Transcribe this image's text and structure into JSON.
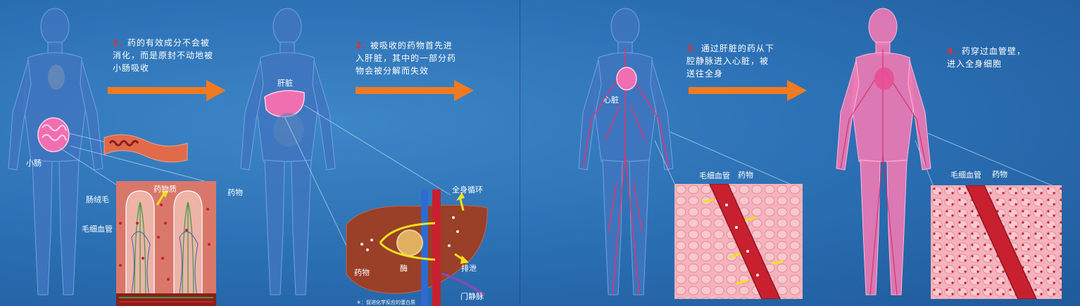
{
  "steps": [
    {
      "number": "1.",
      "text_lines": [
        "药的有效成分不会被",
        "消化，而是原封不动地被",
        "小肠吸收"
      ]
    },
    {
      "number": "2.",
      "text_lines": [
        "被吸收的药物首先进",
        "入肝脏，其中的一部分药",
        "物会被分解而失效"
      ]
    },
    {
      "number": "3.",
      "text_lines": [
        "通过肝脏的药从下",
        "腔静脉进入心脏，被",
        "送往全身"
      ]
    },
    {
      "number": "4.",
      "text_lines": [
        "药穿过血管壁，",
        "进入全身细胞"
      ]
    }
  ],
  "labels": {
    "small_intestine": "小肠",
    "villi": "肠绒毛",
    "capillary_1": "毛细血管",
    "drug_1": "药物",
    "drug_absorb": "药物质",
    "liver": "肝脏",
    "systemic_circulation": "全身循环",
    "drug_2": "药物",
    "enzyme": "酶",
    "excretion": "排泄",
    "portal_vein": "门静脉",
    "footnote": "＊：促进化学反应的蛋白质",
    "heart": "心脏",
    "capillary_3": "毛细血管",
    "drug_3": "药物",
    "capillary_4": "毛细血管",
    "drug_4": "药物"
  },
  "colors": {
    "background": "#2a6eb2",
    "arrow": "#f07a22",
    "step_number": "#e0312e",
    "organ_pink": "#f06fb0",
    "vessel_red": "#c8202f",
    "liver_brown": "#9a3f28"
  }
}
